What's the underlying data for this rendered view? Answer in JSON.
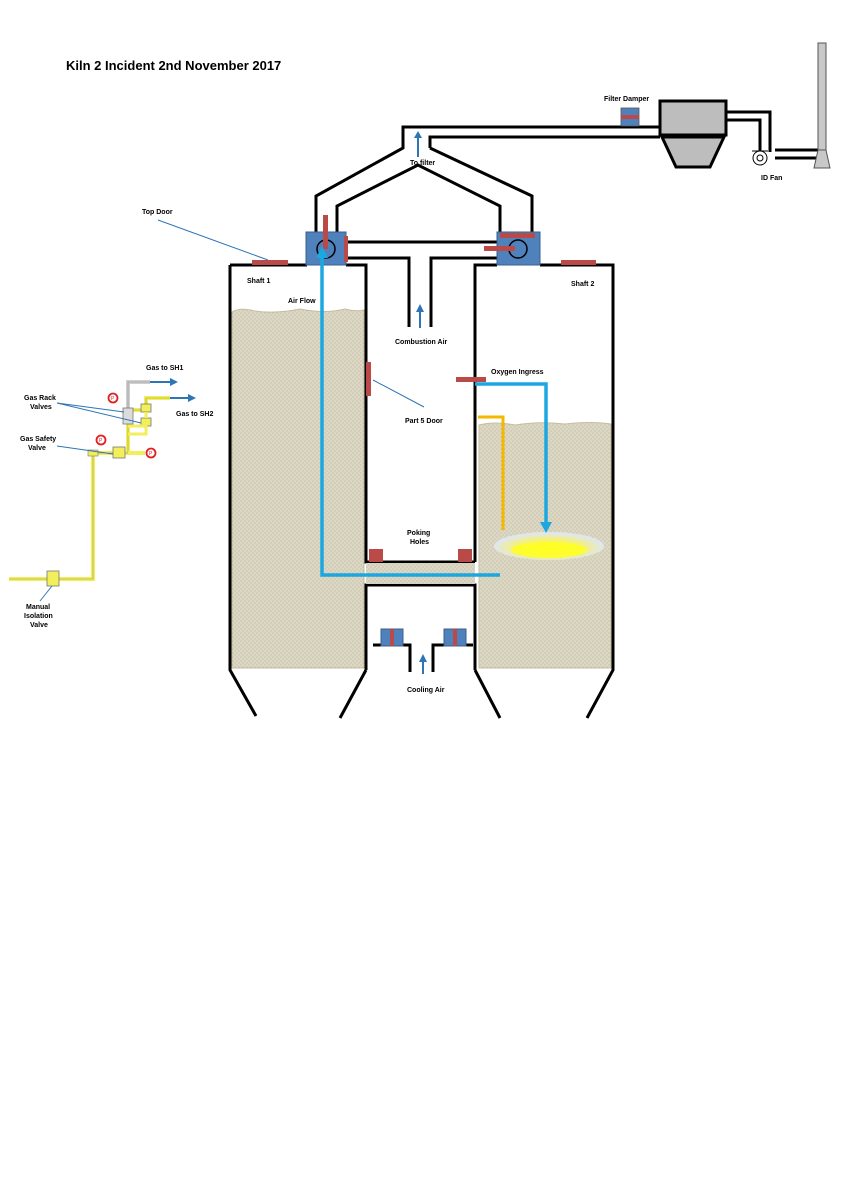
{
  "title": "Kiln 2 Incident 2nd November 2017",
  "labels": {
    "filter_damper": "Filter Damper",
    "to_filter": "To filter",
    "id_fan": "ID Fan",
    "top_door": "Top Door",
    "shaft1": "Shaft 1",
    "shaft2": "Shaft 2",
    "air_flow": "Air Flow",
    "combustion_air": "Combustion Air",
    "oxygen_ingress": "Oxygen Ingress",
    "part5_door": "Part 5 Door",
    "gas_to_sh1": "Gas to SH1",
    "gas_to_sh2": "Gas to SH2",
    "gas_rack_valves_1": "Gas Rack",
    "gas_rack_valves_2": "Valves",
    "gas_safety_valve_1": "Gas Safety",
    "gas_safety_valve_2": "Valve",
    "poking_holes_1": "Poking",
    "poking_holes_2": "Holes",
    "manual_isolation_1": "Manual",
    "manual_isolation_2": "Isolation",
    "manual_isolation_3": "Valve",
    "cooling_air": "Cooling Air",
    "gauge_letter": "P"
  },
  "colors": {
    "flow_arrow": "#1ca7e0",
    "damper": "#b94a48",
    "fan_box": "#4f81bd",
    "gas_line": "#f2ef5a",
    "limestone": "#ddd8c4",
    "label_pointer": "#2e75b6"
  }
}
